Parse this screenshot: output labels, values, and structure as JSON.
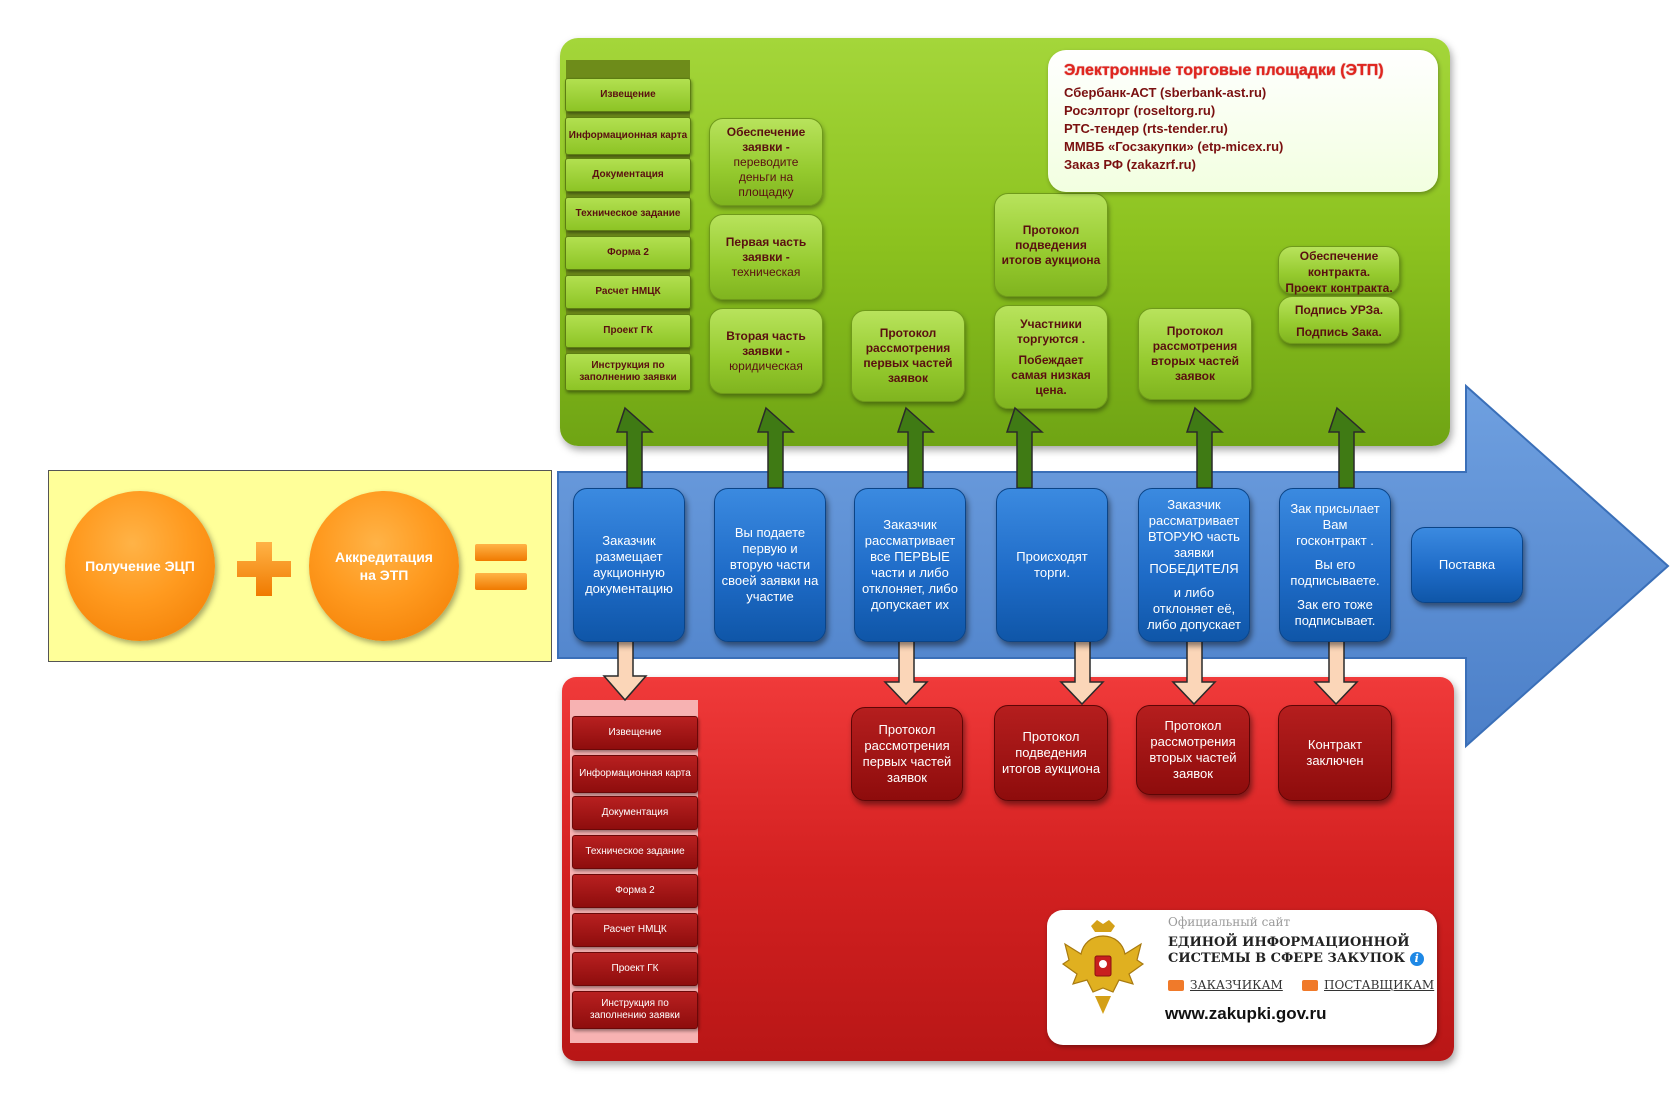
{
  "left": {
    "circle1": "Получение ЭЦП",
    "circle2": "Аккредитация на ЭТП"
  },
  "docs": [
    "Извещение",
    "Информационная карта",
    "Документация",
    "Техническое задание",
    "Форма 2",
    "Расчет НМЦК",
    "Проект ГК",
    "Инструкция по заполнению заявки"
  ],
  "green": {
    "deposit_title": "Обеспечение заявки -",
    "deposit_sub": "переводите деньги на площадку",
    "part1_title": "Первая часть заявки -",
    "part1_sub": "техническая",
    "part2_title": "Вторая часть заявки -",
    "part2_sub": "юридическая",
    "protocol_first": "Протокол рассмотрения первых частей заявок",
    "protocol_results": "Протокол подведения итогов аукциона",
    "participants_1": "Участники торгуются .",
    "participants_2": "Побеждает самая низкая цена.",
    "protocol_second": "Протокол рассмотрения вторых частей заявок",
    "contract_1": "Обеспечение контракта.",
    "contract_2": "Проект контракта.",
    "contract_3": "Подпись УРЗа.",
    "contract_4": "Подпись Зака."
  },
  "etp": {
    "title": "Электронные торговые площадки (ЭТП)",
    "lines": [
      "Сбербанк-АСТ (sberbank-ast.ru)",
      "Росэлторг (roseltorg.ru)",
      "РТС-тендер (rts-tender.ru)",
      "ММВБ «Госзакупки» (etp-micex.ru)",
      "Заказ РФ (zakazrf.ru)"
    ]
  },
  "blue": {
    "step1": "Заказчик размещает аукционную документацию",
    "step2": "Вы подаете первую и вторую части своей заявки на участие",
    "step3": "Заказчик рассматривает все ПЕРВЫЕ части и либо отклоняет, либо допускает их",
    "step4": "Происходят торги.",
    "step5_a": "Заказчик рассматривает ВТОРУЮ часть заявки ПОБЕДИТЕЛЯ",
    "step5_b": "и либо отклоняет её, либо допускает",
    "step6_a": "Зак присылает Вам госконтракт .",
    "step6_b": "Вы его подписываете.",
    "step6_c": "Зак его тоже подписывает.",
    "step7": "Поставка"
  },
  "red": {
    "protocol_first": "Протокол рассмотрения первых частей заявок",
    "protocol_results": "Протокол подведения итогов аукциона",
    "protocol_second": "Протокол рассмотрения вторых частей заявок",
    "contract": "Контракт заключен"
  },
  "zakupki": {
    "official": "Официальный сайт",
    "title1": "ЕДИНОЙ ИНФОРМАЦИОННОЙ",
    "title2": "СИСТЕМЫ В СФЕРЕ ЗАКУПОК",
    "link_customers": "ЗАКАЗЧИКАМ",
    "link_suppliers": "ПОСТАВЩИКАМ",
    "url": "www.zakupki.gov.ru"
  },
  "colors": {
    "green": "#8cc21f",
    "red": "#d42121",
    "blue": "#5b8fd6",
    "orange": "#ff9a1f",
    "yellow": "#ffff99"
  }
}
